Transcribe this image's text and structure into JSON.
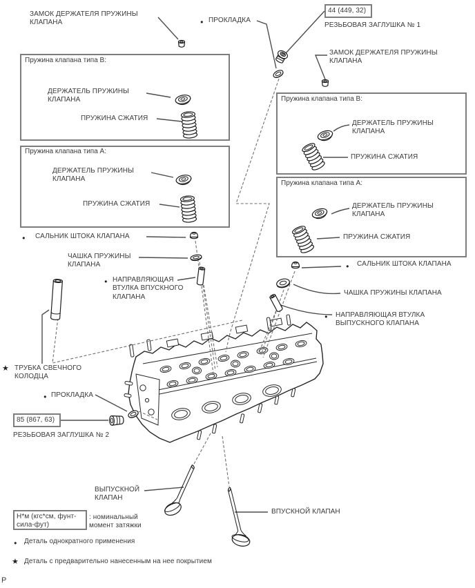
{
  "glyphs": {
    "bullet": "●",
    "star": "★"
  },
  "page_marker": "P",
  "colors": {
    "line": "#1c1c1c",
    "leader": "#4d4d4d",
    "frame": "#7d7d7d",
    "text": "#3a3a3a"
  },
  "callouts": {
    "lock_left": {
      "line1": "ЗАМОК ДЕРЖАТЕЛЯ ПРУЖИНЫ",
      "line2": "КЛАПАНА"
    },
    "gasket_top": {
      "text": "ПРОКЛАДКА"
    },
    "plug1": {
      "torque": "44 (449, 32)",
      "name": "РЕЗЬБОВАЯ ЗАГЛУШКА № 1"
    },
    "lock_right": {
      "line1": "ЗАМОК ДЕРЖАТЕЛЯ ПРУЖИНЫ",
      "line2": "КЛАПАНА"
    },
    "seal_left": {
      "text": "САЛЬНИК ШТОКА КЛАПАНА"
    },
    "cup_left": {
      "line1": "ЧАШКА ПРУЖИНЫ",
      "line2": "КЛАПАНА"
    },
    "intake_guide": {
      "line1": "НАПРАВЛЯЮЩАЯ",
      "line2": "ВТУЛКА ВПУСКНОГО",
      "line3": "КЛАПАНА"
    },
    "spark_tube": {
      "line1": "ТРУБКА СВЕЧНОГО",
      "line2": "КОЛОДЦА"
    },
    "gasket_bottom": {
      "text": "ПРОКЛАДКА"
    },
    "plug2": {
      "torque": "85 (867, 63)",
      "name": "РЕЗЬБОВАЯ ЗАГЛУШКА № 2"
    },
    "exhaust_valve": {
      "line1": "ВЫПУСКНОЙ",
      "line2": "КЛАПАН"
    },
    "intake_valve": {
      "text": "ВПУСКНОЙ КЛАПАН"
    },
    "seal_right": {
      "text": "САЛЬНИК ШТОКА КЛАПАНА"
    },
    "cup_right": {
      "text": "ЧАШКА ПРУЖИНЫ КЛАПАНА"
    },
    "exhaust_guide": {
      "line1": "НАПРАВЛЯЮЩАЯ ВТУЛКА",
      "line2": "ВЫПУСКНОГО КЛАПАНА"
    }
  },
  "spring_boxes": {
    "left_type_b": {
      "title": "Пружина клапана типа B:",
      "retainer_line1": "ДЕРЖАТЕЛЬ ПРУЖИНЫ",
      "retainer_line2": "КЛАПАНА",
      "spring": "ПРУЖИНА СЖАТИЯ"
    },
    "left_type_a": {
      "title": "Пружина клапана типа A:",
      "retainer_line1": "ДЕРЖАТЕЛЬ ПРУЖИНЫ",
      "retainer_line2": "КЛАПАНА",
      "spring": "ПРУЖИНА СЖАТИЯ"
    },
    "right_type_b": {
      "title": "Пружина клапана типа B:",
      "retainer_line1": "ДЕРЖАТЕЛЬ ПРУЖИНЫ",
      "retainer_line2": "КЛАПАНА",
      "spring": "ПРУЖИНА СЖАТИЯ"
    },
    "right_type_a": {
      "title": "Пружина клапана типа A:",
      "retainer_line1": "ДЕРЖАТЕЛЬ ПРУЖИНЫ",
      "retainer_line2": "КЛАПАНА",
      "spring": "ПРУЖИНА СЖАТИЯ"
    }
  },
  "legend": {
    "torque_unit_line1": "Н*м (кгс*см, фунт-",
    "torque_unit_line2": "сила-фут)",
    "torque_note_line1": ": номинальный",
    "torque_note_line2": "момент затяжки",
    "single_use": "Деталь однократного применения",
    "precoated": "Деталь с предварительно нанесенным на нее покрытием"
  }
}
